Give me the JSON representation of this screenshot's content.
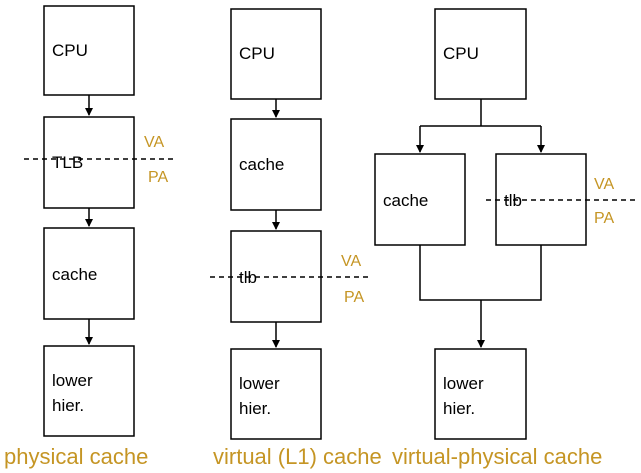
{
  "colors": {
    "accent": "#c59524",
    "stroke": "#000000"
  },
  "physical": {
    "cpu": "CPU",
    "tlb": "TLB",
    "cache": "cache",
    "lower_1": "lower",
    "lower_2": "hier.",
    "va": "VA",
    "pa": "PA",
    "caption": "physical cache"
  },
  "virtual": {
    "cpu": "CPU",
    "cache": "cache",
    "tlb": "tlb",
    "lower_1": "lower",
    "lower_2": "hier.",
    "va": "VA",
    "pa": "PA",
    "caption": "virtual (L1) cache"
  },
  "vp": {
    "cpu": "CPU",
    "cache": "cache",
    "tlb": "tlb",
    "lower_1": "lower",
    "lower_2": "hier.",
    "va": "VA",
    "pa": "PA",
    "caption": "virtual-physical cache"
  }
}
